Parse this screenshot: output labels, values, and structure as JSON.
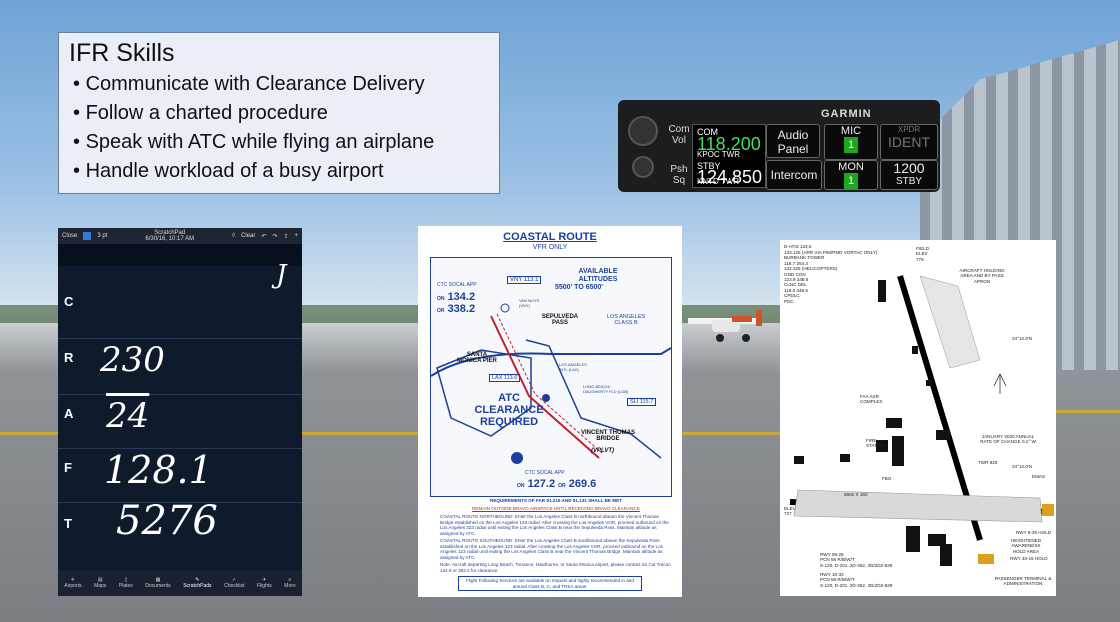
{
  "skills": {
    "title": "IFR Skills",
    "items": [
      "Communicate with Clearance Delivery",
      "Follow a charted procedure",
      "Speak with ATC while flying an airplane",
      "Handle workload of a busy airport"
    ]
  },
  "radio": {
    "brand": "GARMIN",
    "com_label": "COM",
    "com_freq": "118.200",
    "com_station": "KPOC TWR",
    "stby_label": "STBY",
    "stby_freq": "124.850",
    "stby_station": "KNTD TWR",
    "com_vol": "Com Vol",
    "push_sq": "Psh Sq",
    "audio_panel": "Audio Panel",
    "intercom": "Intercom",
    "mic_label": "MIC",
    "mic_value": "1",
    "mon_label": "MON",
    "mon_value": "1",
    "xpdr_label": "XPDR",
    "ident": "IDENT",
    "squawk": "1200",
    "xpdr_mode": "STBY"
  },
  "tablet": {
    "close": "Close",
    "pen_size": "3 pt",
    "title": "ScratchPad",
    "date": "6/30/16, 10:17 AM",
    "clear": "Clear",
    "letters": [
      "C",
      "R",
      "A",
      "F",
      "T"
    ],
    "handwriting": [
      "J",
      "230",
      "24",
      "128.1",
      "5276"
    ],
    "tabs": [
      "Airports",
      "Maps",
      "Plates",
      "Documents",
      "ScratchPads",
      "Checklist",
      "Flights",
      "More"
    ]
  },
  "coastal": {
    "title": "COASTAL ROUTE",
    "subtitle": "VFR ONLY",
    "altitudes_title": "AVAILABLE ALTITUDES",
    "altitudes": "5500' TO 6500'",
    "vny": "VNY 113.1",
    "van_nuys": "VAN NUYS (VNY)",
    "socal_app": "CTC SOCAL APP",
    "on": "ON",
    "socal_top_1": "134.2",
    "or": "OR",
    "socal_top_2": "338.2",
    "sepulveda": "SEPULVEDA PASS",
    "la_class_b": "LOS ANGELES CLASS B",
    "santa_monica": "SANTA MONICA PIER",
    "lax": "LAX 113.6",
    "la_intl": "LOS ANGELES INTL (LAX)",
    "long_beach": "LONG BEACH/ DAUGHERTY FLD (LGB)",
    "sli": "SLI 115.7",
    "atc_clearance": "ATC CLEARANCE REQUIRED",
    "vincent": "VINCENT THOMAS BRIDGE",
    "vplvt": "(VPLVT)",
    "socal_bottom_1": "127.2",
    "socal_bottom_2": "269.6",
    "requirements": "REQUIREMENTS OF FAR 91.215 AND 91.131 SHALL BE MET",
    "remain": "REMAIN OUTSIDE BRAVO AIRSPACE UNTIL RECEIVING BRAVO CLEARANCE",
    "northbound": "COASTAL ROUTE NORTHBOUND: Enter the Los Angeles Class B northbound abeam the Vincent Thomas Bridge established on the Los Angeles 123 radial. After crossing the Los Angeles VOR, proceed outbound on the Los Angeles 323 radial until exiting the Los Angeles Class B near the Sepulveda Pass. Maintain altitude as assigned by ATC.",
    "southbound": "COASTAL ROUTE SOUTHBOUND: Enter the Los Angeles Class B southbound abeam the Sepulveda Pass established on the Los Angeles 323 radial. After crossing the Los Angeles VOR, proceed outbound on the Los Angeles 123 radial until exiting the Los Angeles Class B near the Vincent Thomas Bridge. Maintain altitude as assigned by ATC.",
    "note": "Note: Aircraft departing Long Beach, Torrance, Hawthorne, or Santa Monica airport, please contact So Cal Tracon 134.9 or 363.2 for clearance.",
    "flight_following": "Flight Following Services are available on request and highly recommended in and around Class B, C, and TRSA areas."
  },
  "airport": {
    "atis": "D-ATIS 134.5",
    "frequencies": "133.125 (ARR VIA PIM/PMD VORTAC ONLY)\nBURBANK TOWER\n118.7 254.3\n132.325 (HELICOPTERS)\nGND CON\n123.9 348.6\nCLNC DEL\n118.0 348.6\nCPDLC\nPDC",
    "field_elev": "FIELD ELEV 778",
    "holding": "AIRCRAFT HOLDING AREA AND BY PASS APRON",
    "lat1": "34°12.5'N",
    "lat2": "34°12.0'N",
    "faa_asr": "FAA ASR COMPLEX",
    "fire_station": "FIRE STATION",
    "magnetic": "JANUARY 2020 ANNUAL RATE OF CHANGE 0.1° W",
    "twr": "TWR 825",
    "fbo": "FBO",
    "rwy_dims": "5802 X 150",
    "elev_left": "ELEV 727",
    "emas": "EMAS",
    "rwy_data_1": "RWY 08-26\nPCN 58 R/B/W/T\nS-120, D-201, 2D-352, 2D/2D2-839",
    "rwy_data_2": "RWY 15-33\nPCN 58 R/B/W/T\nS-120, D-201, 2D-352, 2D/2D2-839",
    "hold": "RWY 8-26 HOLD",
    "heightened": "HEIGHTENED AWARENESS HOLD AREA",
    "rwy_33_hold": "RWY 33-15 HOLD",
    "terminal": "PASSENGER TERMINAL & ADMINISTRATION"
  }
}
